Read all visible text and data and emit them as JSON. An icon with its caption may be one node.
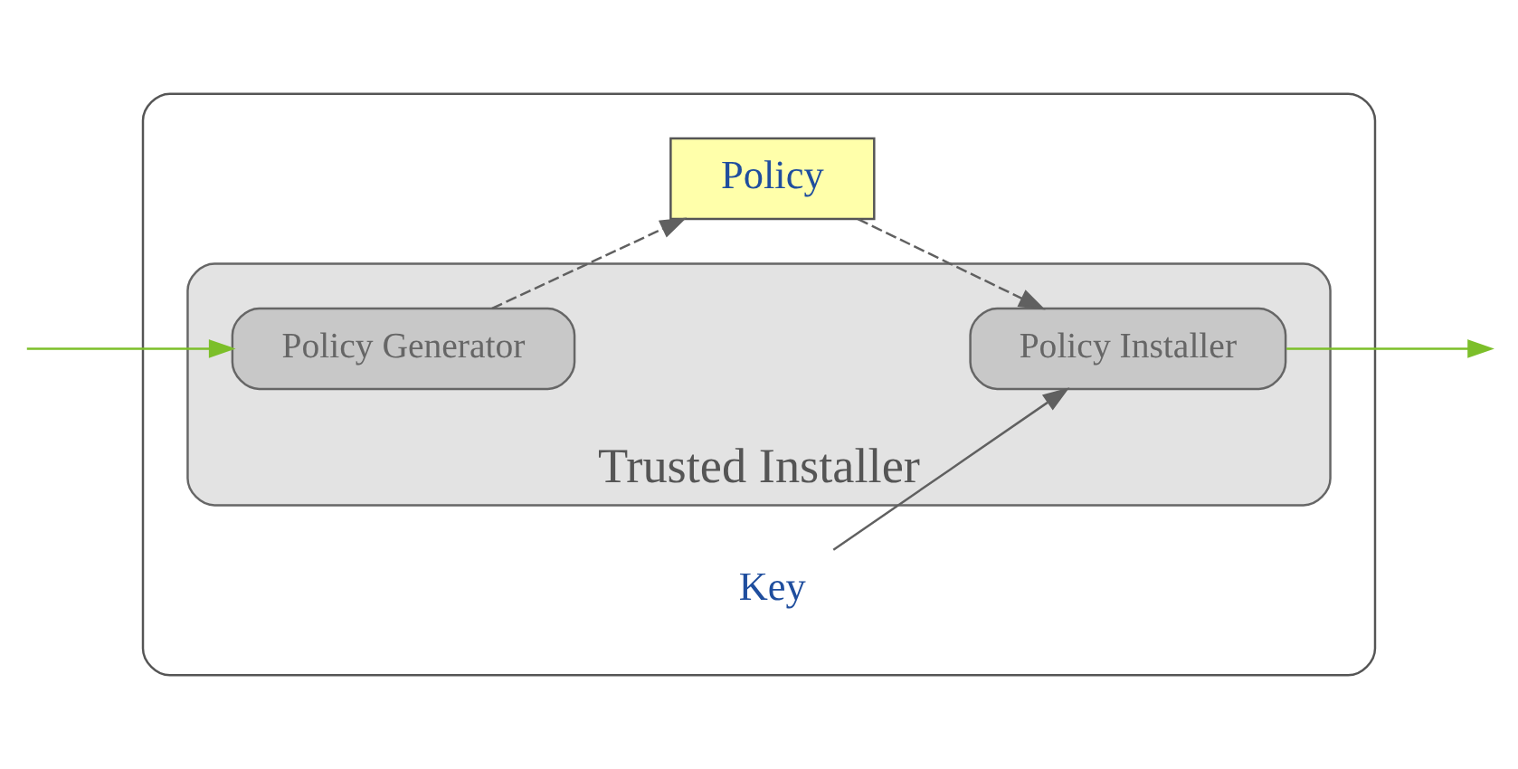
{
  "diagram": {
    "nodes": [
      {
        "text": [],
        "shape": "box"
      },
      {
        "text": [
          "Policy"
        ],
        "in": 0
      },
      {
        "text": [
          "Key"
        ],
        "in": 0
      },
      {
        "text": [
          "Trusted Installer"
        ],
        "in": 0
      },
      {
        "text": [
          "Policy Generator"
        ],
        "in": 3
      },
      {
        "text": [
          "Policy Installer"
        ],
        "in": 3
      }
    ],
    "edges": [
      {
        "from": null,
        "to": 4,
        "arrow": "to",
        "color": "#7cbf2a"
      },
      {
        "from": 4,
        "to": 1,
        "arrow": "to",
        "style": "dashed"
      },
      {
        "from": 1,
        "to": 5,
        "arrow": "to",
        "style": "dashed"
      },
      {
        "from": 2,
        "to": 5,
        "arrow": "to"
      },
      {
        "from": 5,
        "to": null,
        "arrow": "to",
        "color": "#7cbf2a"
      }
    ]
  }
}
